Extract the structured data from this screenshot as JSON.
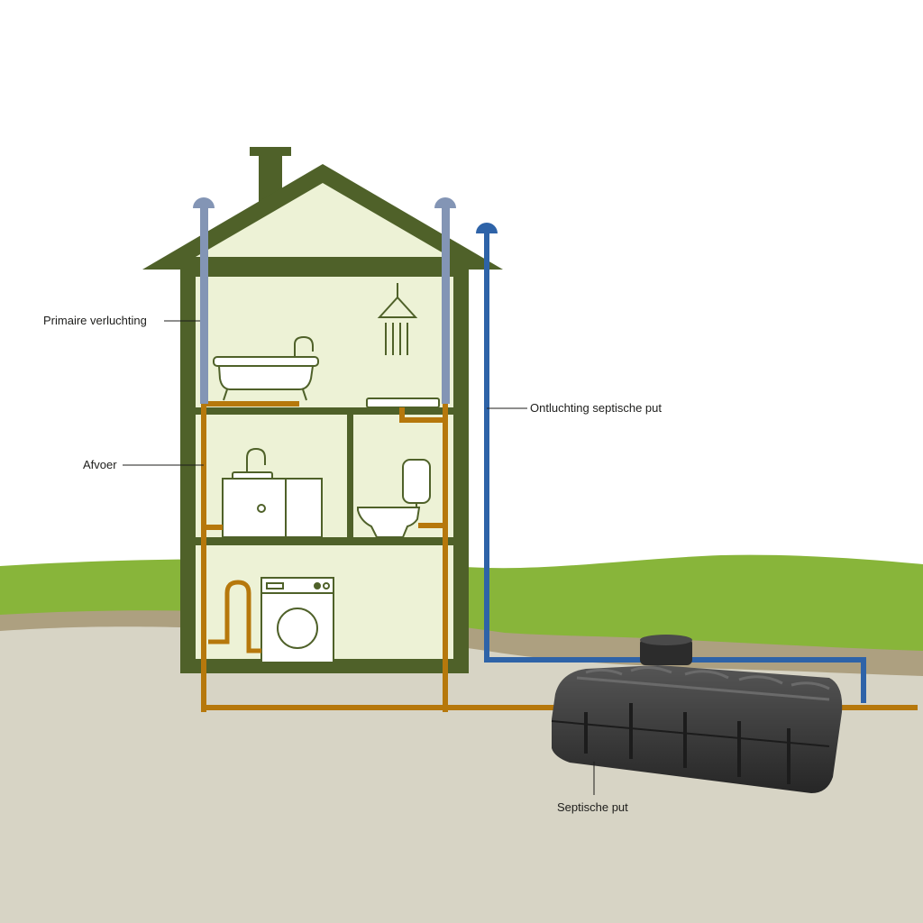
{
  "labels": {
    "primary_vent": "Primaire verluchting",
    "drain": "Afvoer",
    "septic_vent": "Ontluchting septische put",
    "septic_tank": "Septische put"
  },
  "colors": {
    "house_outline": "#4f6129",
    "house_fill": "#edf2d6",
    "vent_pipe": "#8395b5",
    "drain_pipe": "#b6780c",
    "septic_vent_pipe": "#2e63a8",
    "grass": "#88b53a",
    "soil": "#ada080",
    "ground": "#d7d4c5",
    "tank": "#3a3a3a"
  },
  "icons": [
    "bathtub-icon",
    "shower-head-icon",
    "sink-cabinet-icon",
    "toilet-icon",
    "washing-machine-icon",
    "septic-tank-icon"
  ]
}
